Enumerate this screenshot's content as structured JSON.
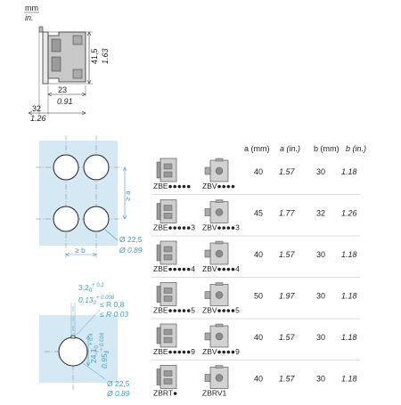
{
  "units": {
    "metric": "mm",
    "imperial": "in."
  },
  "side_view": {
    "height_mm": "41,5",
    "height_in": "1.63",
    "depth_mm": "23",
    "depth_in": "0.91",
    "overall_mm": "32",
    "overall_in": "1.26"
  },
  "panel_cutout": {
    "dim_a": "≥ a",
    "dim_b": "≥ b",
    "hole_mm": "Ø 22,5",
    "hole_in": "Ø 0.89"
  },
  "cutout_detail": {
    "notch_w_mm": "3,2",
    "notch_w_mm_tol": "+ 0.2",
    "notch_w_mm_sub": "0",
    "notch_w_in": "0.13",
    "notch_w_in_tol": "+ 0.008",
    "notch_w_in_sub": "0",
    "radius_mm": "≤ R 0,8",
    "radius_in": "≤ R 0.03",
    "height_mm": "24,1",
    "height_mm_tol": "+ 0.4",
    "height_mm_sub": "0",
    "height_in": "0.95",
    "height_in_tol": "+ 0.016",
    "height_in_sub": "0",
    "hole_mm": "Ø 22,5",
    "hole_in": "Ø 0.89"
  },
  "table": {
    "headers": [
      "a (mm)",
      "a (in.)",
      "b (mm)",
      "b (in.)"
    ],
    "rows": [
      {
        "code_left": "ZBE●●●●●",
        "code_right": "ZBV●●●●",
        "a_mm": "40",
        "a_in": "1.57",
        "b_mm": "30",
        "b_in": "1.18"
      },
      {
        "code_left": "ZBE●●●●●3",
        "code_right": "ZBV●●●●3",
        "a_mm": "45",
        "a_in": "1.77",
        "b_mm": "32",
        "b_in": "1.26"
      },
      {
        "code_left": "ZBE●●●●●4",
        "code_right": "ZBV●●●●4",
        "a_mm": "40",
        "a_in": "1.57",
        "b_mm": "30",
        "b_in": "1.18"
      },
      {
        "code_left": "ZBE●●●●●5",
        "code_right": "ZBV●●●●5",
        "a_mm": "50",
        "a_in": "1.97",
        "b_mm": "30",
        "b_in": "1.18"
      },
      {
        "code_left": "ZBE●●●●●9",
        "code_right": "ZBV●●●●9",
        "a_mm": "40",
        "a_in": "1.57",
        "b_mm": "30",
        "b_in": "1.18"
      },
      {
        "code_left": "ZBRT●",
        "code_right": "ZBRV1",
        "a_mm": "40",
        "a_in": "1.57",
        "b_mm": "30",
        "b_in": "1.18"
      }
    ]
  },
  "colors": {
    "cutout_fill": "#d4e9f4",
    "dimension": "#3a9fc8",
    "line": "#333333"
  }
}
